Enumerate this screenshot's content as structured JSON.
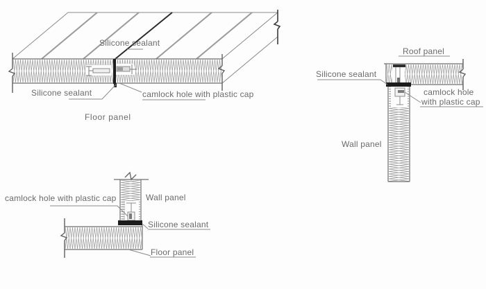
{
  "colors": {
    "text": "#6a6a6a",
    "line": "#7d7d7d",
    "hatch": "#979797",
    "sealant_black": "#1c1c1c"
  },
  "floor_panel_detail": {
    "sealant_top_label": "Silicone sealant",
    "sealant_bottom_label": "Silicone sealant",
    "camlock_label": "camlock hole with plastic cap",
    "caption": "Floor panel"
  },
  "roof_wall_detail": {
    "roof_label": "Roof panel",
    "sealant_label": "Silicone sealant",
    "camlock_label_line1": "camlock hole",
    "camlock_label_line2": "with plastic cap",
    "wall_label": "Wall panel"
  },
  "wall_floor_detail": {
    "camlock_label": "camlock hole with plastic cap",
    "wall_label": "Wall panel",
    "sealant_label": "Silicone sealant",
    "floor_label": "Floor panel"
  }
}
